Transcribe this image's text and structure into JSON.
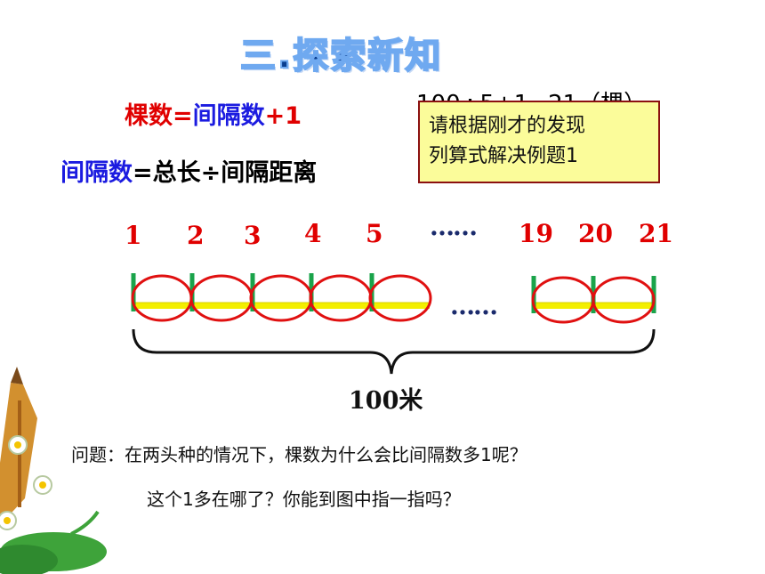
{
  "title": "三.探索新知",
  "formula1": {
    "part1": "棵数",
    "part2": "=",
    "part3": "间隔数",
    "part4": "+1"
  },
  "formula2": {
    "part1": "间隔数",
    "part2": "=总长÷间隔距离"
  },
  "hidden_formula": "100÷5+1=21（棵）",
  "note": {
    "line1": "请根据刚才的发现",
    "line2": "列算式解决例题1"
  },
  "numbers": [
    "1",
    "2",
    "3",
    "4",
    "5",
    "19",
    "20",
    "21"
  ],
  "ellipsis_top": "……",
  "ellipsis_bottom": "……",
  "length_label": "100米",
  "question": {
    "line1": "问题：在两头种的情况下，棵数为什么会比间隔数多1呢？",
    "line2": "这个1多在哪了？你能到图中指一指吗？"
  },
  "colors": {
    "red": "#e00000",
    "blue": "#1b1be0",
    "green": "#1aa34a",
    "yellow": "#f3ef00",
    "note_bg": "#fbfc9a"
  }
}
